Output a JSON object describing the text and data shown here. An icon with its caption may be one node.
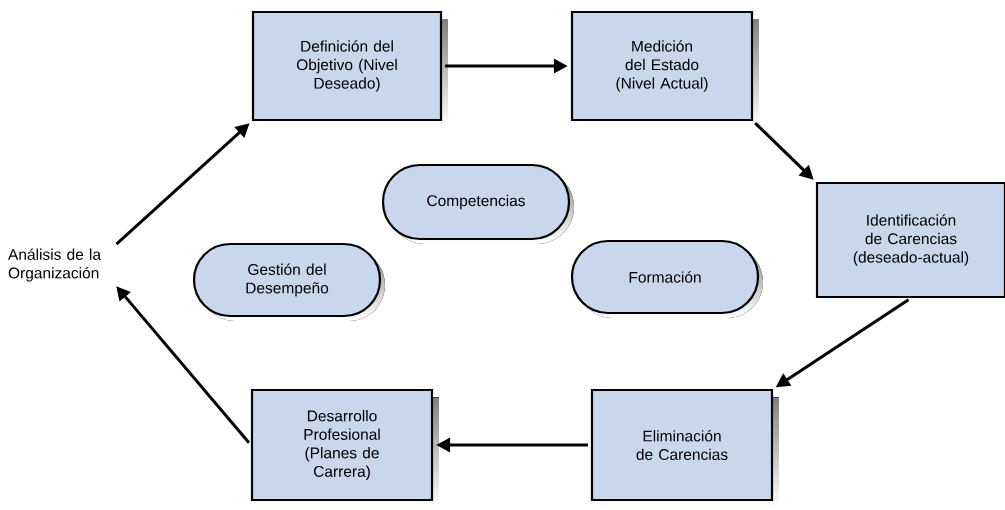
{
  "diagram": {
    "nodes": [
      {
        "text": [
          "Definición del Objetivo (Nivel Deseado)"
        ]
      },
      {
        "text": [
          "Medición del Estado (Nivel Actual)"
        ]
      },
      {
        "text": [
          "Identificación de Carencias (deseado-actual)"
        ]
      },
      {
        "text": [
          "Eliminación de Carencias"
        ]
      },
      {
        "text": [
          "Desarrollo Profesional (Planes de Carrera)"
        ]
      },
      {
        "text": [
          "Análisis de la Organización"
        ]
      },
      {
        "text": [
          "Competencias"
        ]
      },
      {
        "text": [
          "Gestión del Desempeño"
        ]
      },
      {
        "text": [
          "Formación"
        ]
      }
    ],
    "edges": [
      {
        "from": 0,
        "to": 1,
        "arrow": "to"
      },
      {
        "from": 1,
        "to": 2,
        "arrow": "to"
      },
      {
        "from": 2,
        "to": 3,
        "arrow": "to"
      },
      {
        "from": 3,
        "to": 4,
        "arrow": "to"
      },
      {
        "from": 4,
        "to": 5,
        "arrow": "to"
      },
      {
        "from": 5,
        "to": 0,
        "arrow": "to"
      }
    ]
  }
}
